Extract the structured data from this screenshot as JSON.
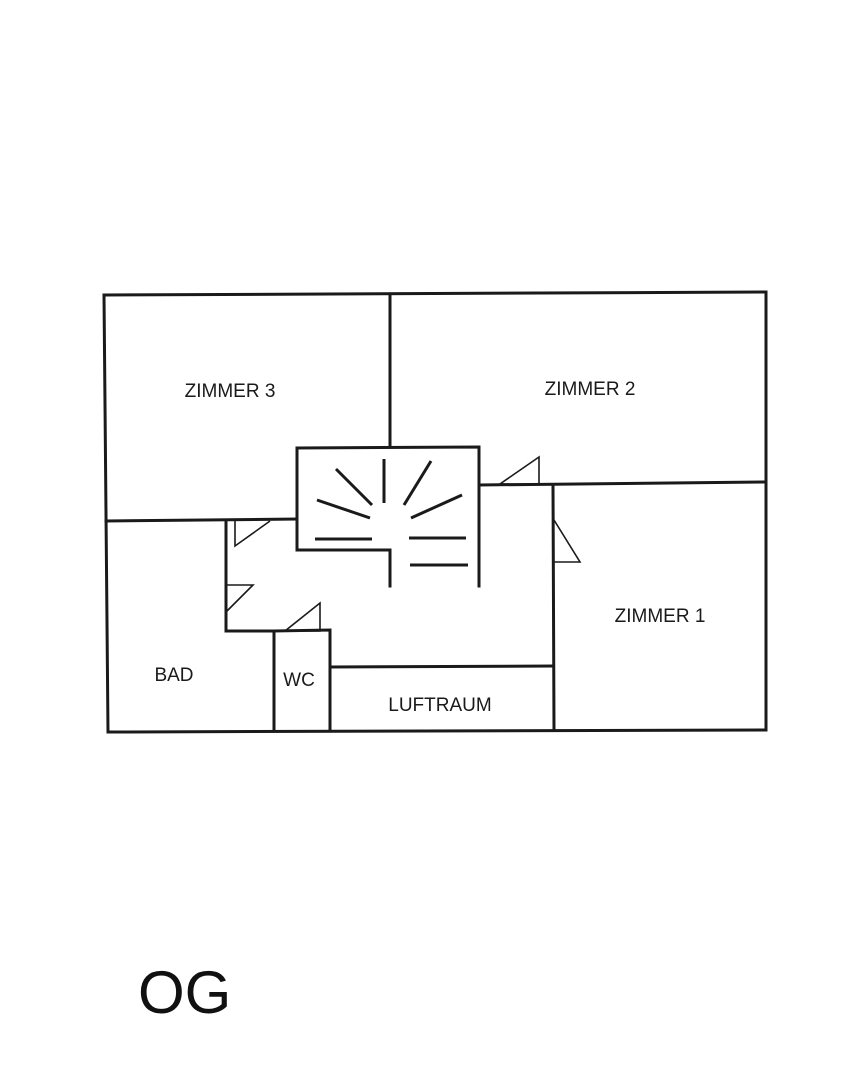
{
  "rooms": {
    "zimmer3": "ZIMMER 3",
    "zimmer2": "ZIMMER 2",
    "zimmer1": "ZIMMER 1",
    "bad": "BAD",
    "wc": "WC",
    "luftraum": "LUFTRAUM"
  },
  "floor_label": "OG"
}
